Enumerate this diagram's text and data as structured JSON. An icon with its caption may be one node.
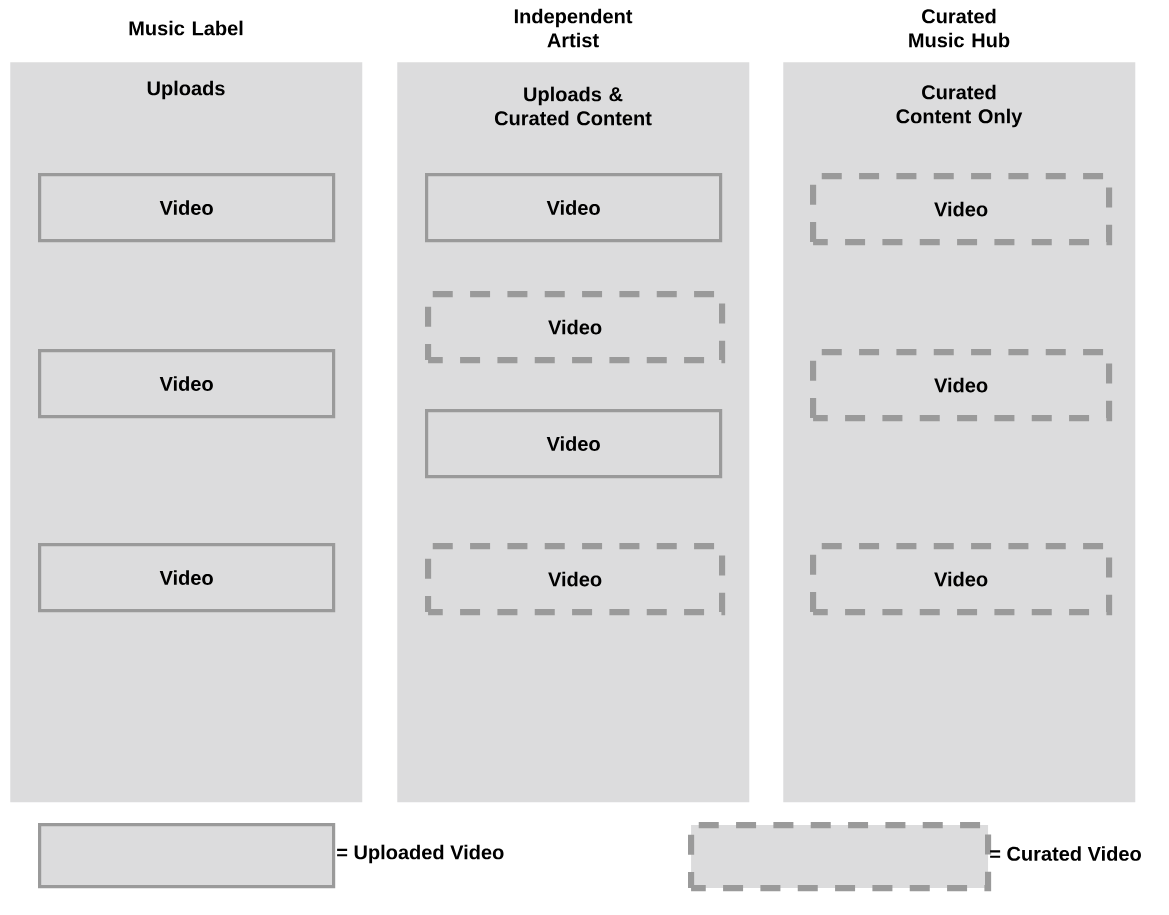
{
  "diagram": {
    "nodes": [
      {
        "text": [
          "Music Label",
          "Uploads"
        ]
      },
      {
        "text": [
          "Video"
        ],
        "in": 0
      },
      {
        "text": [
          "Video"
        ],
        "in": 0
      },
      {
        "text": [
          "Video"
        ],
        "in": 0
      },
      {
        "text": [
          "Independent Artist",
          "Uploads & Curated Content"
        ]
      },
      {
        "text": [
          "Video"
        ],
        "in": 4
      },
      {
        "text": [
          "Video"
        ],
        "in": 4
      },
      {
        "text": [
          "Video"
        ],
        "in": 4
      },
      {
        "text": [
          "Video"
        ],
        "in": 4
      },
      {
        "text": [
          "Curated Music Hub",
          "Curated Content Only"
        ]
      },
      {
        "text": [
          "Video"
        ],
        "in": 9
      },
      {
        "text": [
          "Video"
        ],
        "in": 9
      },
      {
        "text": [
          "Video"
        ],
        "in": 9
      }
    ],
    "legend": [
      {
        "text": "= Uploaded Video"
      },
      {
        "text": "= Curated Video"
      }
    ]
  }
}
